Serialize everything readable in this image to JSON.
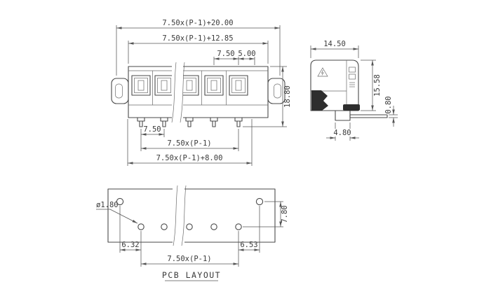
{
  "colors": {
    "line": "#4a4a4a",
    "text": "#3a3a3a",
    "background": "#ffffff"
  },
  "drawing": {
    "front_view": {
      "dim_overall_top": "7.50x(P-1)+20.00",
      "dim_body_width": "7.50x(P-1)+12.85",
      "dim_pitch_top": "7.50",
      "dim_end_offset": "5.00",
      "dim_height": "18.80",
      "dim_pin_pitch": "7.50",
      "dim_pin_span": "7.50x(P-1)",
      "dim_bottom_span": "7.50x(P-1)+8.00"
    },
    "side_view": {
      "dim_depth": "14.50",
      "dim_height": "15.58",
      "dim_foot_width": "4.80",
      "dim_pin_thickness": "0.80"
    },
    "pcb_layout": {
      "dim_hole_dia": "ø1.80",
      "dim_row_spacing": "7.80",
      "dim_left_offset": "6.32",
      "dim_right_offset": "6.53",
      "dim_pin_span": "7.50x(P-1)",
      "caption": "PCB LAYOUT"
    }
  }
}
